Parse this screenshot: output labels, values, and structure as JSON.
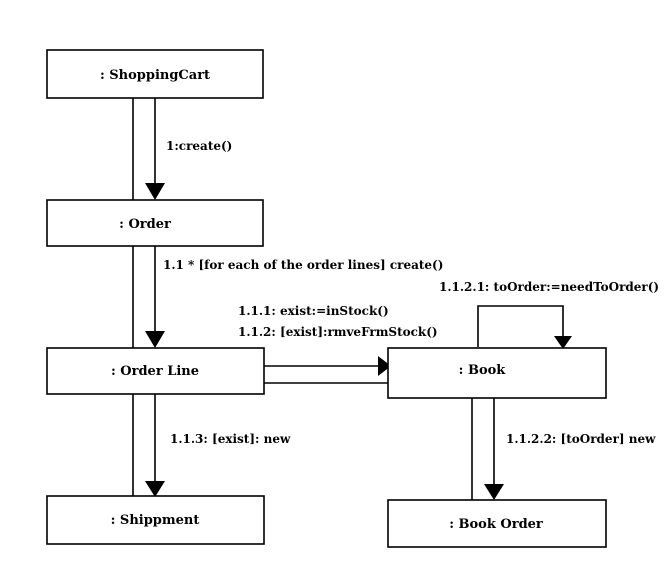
{
  "diagram": {
    "objects": {
      "shopping_cart": ": ShoppingCart",
      "order": ": Order",
      "order_line": ": Order Line",
      "book": ": Book",
      "shippment": ": Shippment",
      "book_order": ": Book Order"
    },
    "messages": {
      "create": "1:create()",
      "create_order_lines": "1.1 * [for each of the order lines] create()",
      "exist_in_stock": "1.1.1: exist:=inStock()",
      "remove_from_stock": "1.1.2: [exist]:rmveFrmStock()",
      "to_order": "1.1.2.1: toOrder:=needToOrder()",
      "new_shippment": "1.1.3: [exist]: new",
      "new_book_order": "1.1.2.2: [toOrder] new"
    }
  }
}
